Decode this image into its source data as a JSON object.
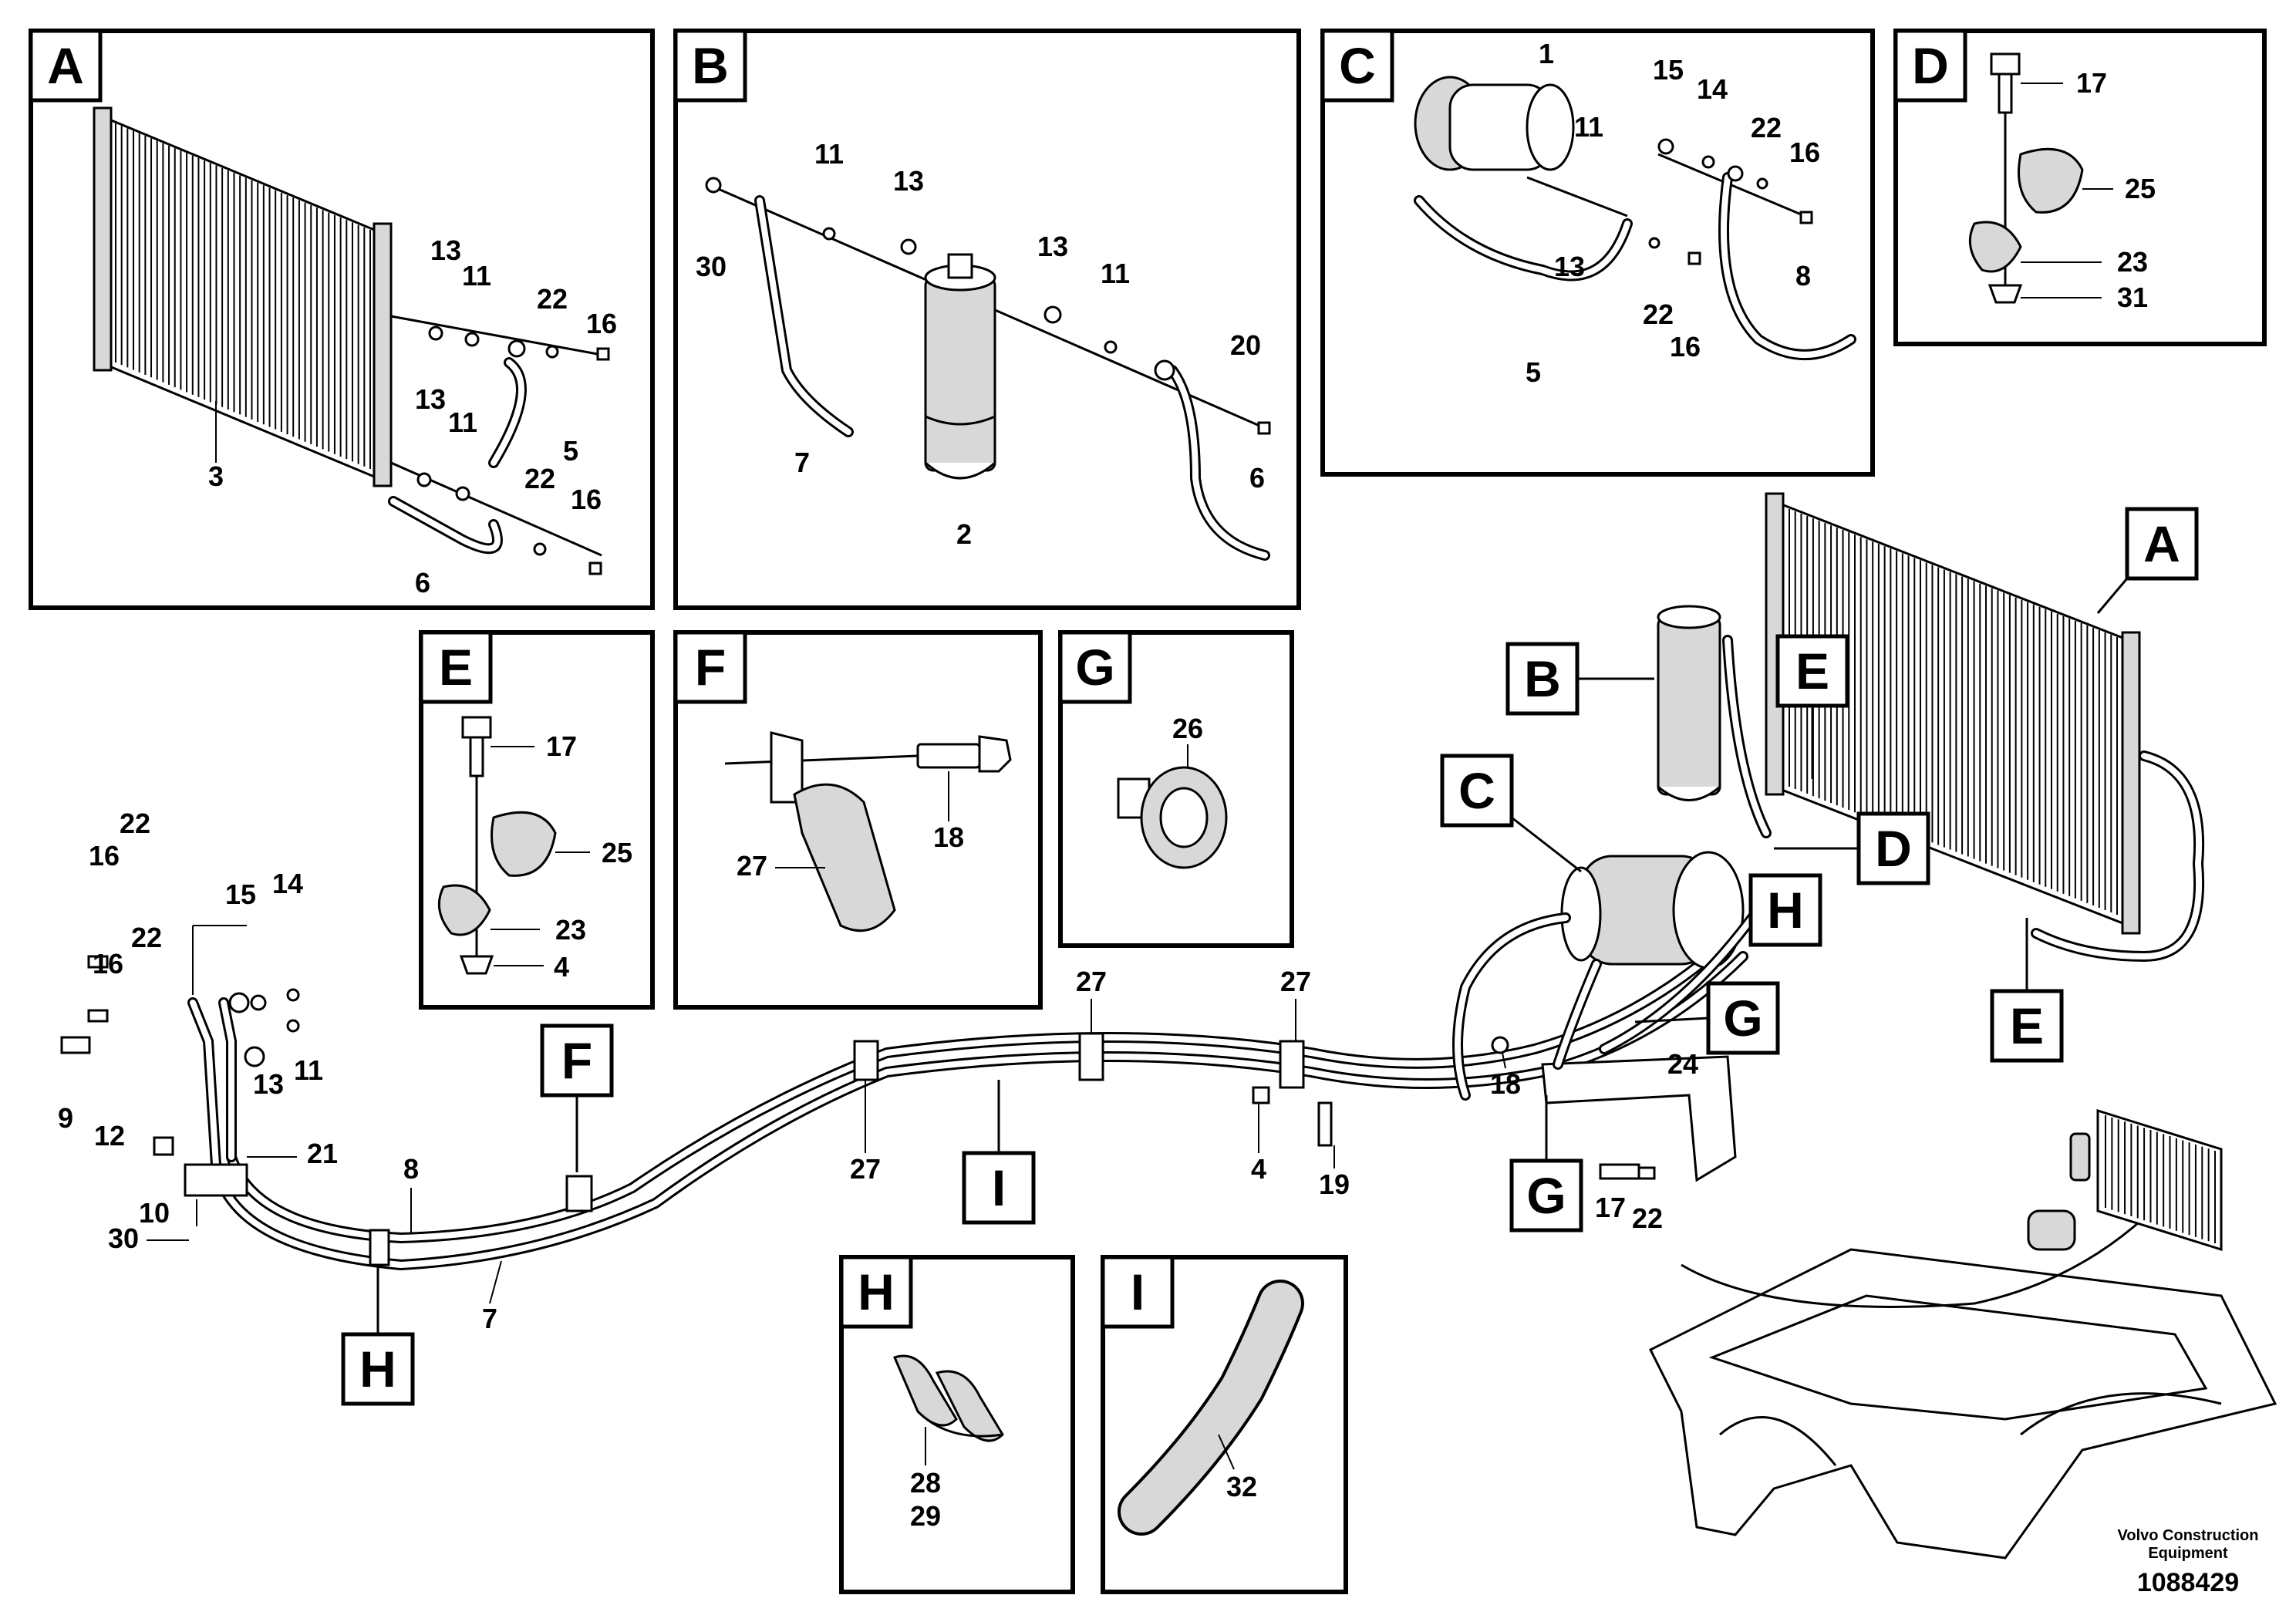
{
  "panels": {
    "A": {
      "letter": "A",
      "labels": {
        "l3": "3",
        "l13a": "13",
        "l11a": "11",
        "l22a": "22",
        "l16a": "16",
        "l5": "5",
        "l13b": "13",
        "l11b": "11",
        "l22b": "22",
        "l16b": "16",
        "l6": "6"
      }
    },
    "B": {
      "letter": "B",
      "labels": {
        "l30": "30",
        "l11a": "11",
        "l13a": "13",
        "l13b": "13",
        "l11b": "11",
        "l20": "20",
        "l7": "7",
        "l2": "2",
        "l6": "6"
      }
    },
    "C": {
      "letter": "C",
      "labels": {
        "l1": "1",
        "l11": "11",
        "l15": "15",
        "l14": "14",
        "l22a": "22",
        "l16a": "16",
        "l13": "13",
        "l22b": "22",
        "l16b": "16",
        "l8": "8",
        "l5": "5"
      }
    },
    "D": {
      "letter": "D",
      "labels": {
        "l17": "17",
        "l25": "25",
        "l23": "23",
        "l31": "31"
      }
    },
    "E": {
      "letter": "E",
      "labels": {
        "l17": "17",
        "l25": "25",
        "l23": "23",
        "l4": "4"
      }
    },
    "F": {
      "letter": "F",
      "labels": {
        "l18": "18",
        "l27": "27"
      }
    },
    "G": {
      "letter": "G",
      "labels": {
        "l26": "26"
      }
    },
    "H": {
      "letter": "H",
      "labels": {
        "l28": "28",
        "l29": "29"
      }
    },
    "I": {
      "letter": "I",
      "labels": {
        "l32": "32"
      }
    }
  },
  "main": {
    "callouts": {
      "A": "A",
      "B": "B",
      "C": "C",
      "D": "D",
      "E1": "E",
      "E2": "E",
      "F": "F",
      "G1": "G",
      "G2": "G",
      "H1": "H",
      "H2": "H",
      "I": "I"
    },
    "labels": {
      "l22a": "22",
      "l16a": "16",
      "l15": "15",
      "l14": "14",
      "l22b": "22",
      "l16b": "16",
      "l9": "9",
      "l12": "12",
      "l13": "13",
      "l11": "11",
      "l21": "21",
      "l10": "10",
      "l30": "30",
      "l8": "8",
      "l7": "7",
      "l27a": "27",
      "l27b": "27",
      "l27c": "27",
      "l4": "4",
      "l19": "19",
      "l18": "18",
      "l24": "24",
      "l17": "17",
      "l22c": "22"
    }
  },
  "footer": {
    "company_line1": "Volvo Construction",
    "company_line2": "Equipment",
    "drawing_number": "1088429"
  }
}
